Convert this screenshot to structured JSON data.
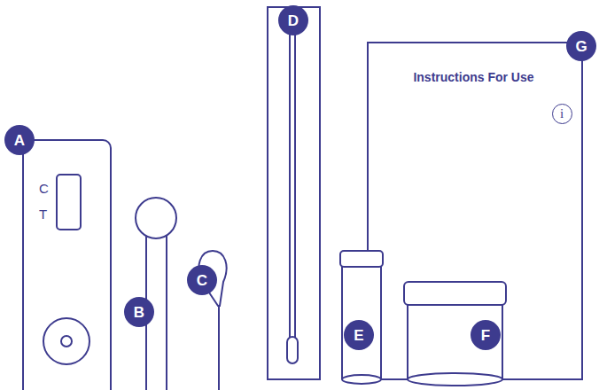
{
  "diagram": {
    "nodes": [
      {
        "text": [
          "C",
          "T"
        ]
      },
      {
        "text": [
          "Instructions For Use"
        ]
      },
      {
        "text": [
          "i"
        ],
        "in": 1
      }
    ],
    "labels": [
      "A",
      "B",
      "C",
      "D",
      "E",
      "F",
      "G"
    ]
  }
}
